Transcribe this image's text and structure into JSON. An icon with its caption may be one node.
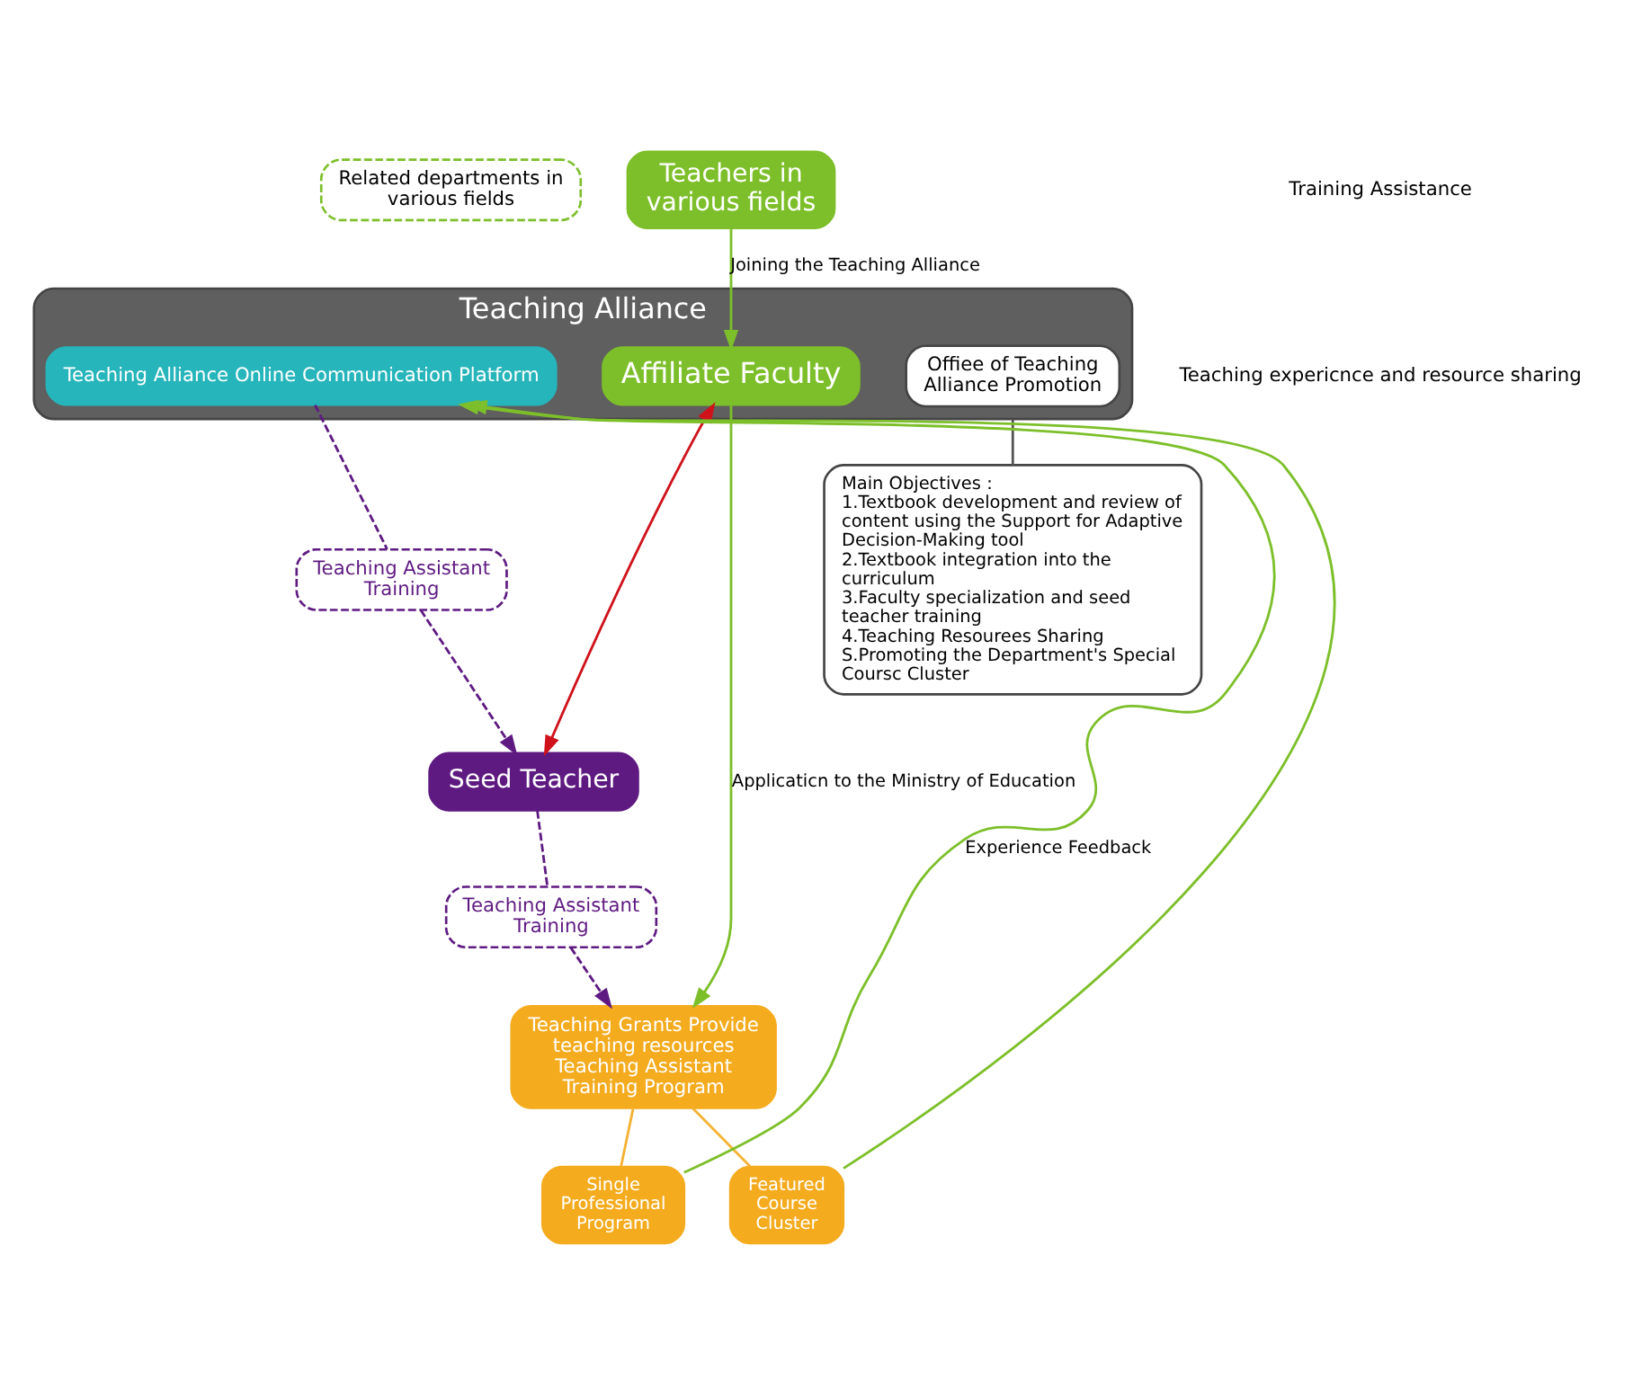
{
  "diagram": {
    "nodes": [
      {
        "text": [
          "Related departments in various fields"
        ]
      },
      {
        "text": [
          "Teachers in various fields"
        ]
      },
      {
        "text": [
          "Teaching Alliance"
        ]
      },
      {
        "text": [
          "Offiee of Teaching Alliance Promotion"
        ],
        "in": 2
      },
      {
        "text": [
          "Affiliate Faculty"
        ],
        "in": 2
      },
      {
        "text": [
          "Teaching Alliance Online Communication Platform"
        ],
        "in": 2
      },
      {
        "text": [
          "Main Objectives：",
          "1.Textbook development and review of content using the Support for Adaptive Decision-Making tool",
          "2.Textbook integration into the curriculum",
          "3.Faculty specialization and seed teacher training",
          "4.Teaching Resourees Sharing",
          "S.Promoting the Department's Special Coursc Cluster"
        ]
      },
      {
        "text": [
          "Teaching Assistant Training"
        ]
      },
      {
        "text": [
          "Seed Teacher"
        ]
      },
      {
        "text": [
          "Teaching Assistant Training"
        ]
      },
      {
        "text": [
          "Teaching Grants Provide teaching resources Teaching Assistant Training Program"
        ]
      },
      {
        "text": [
          "Single Professional Program"
        ]
      },
      {
        "text": [
          "Featured Course Cluster"
        ]
      }
    ],
    "edges": [
      {
        "from": 1,
        "to": 4,
        "arrow": "to",
        "label": "Joining the Teaching Alliance"
      },
      {
        "from": 2,
        "to": 6,
        "arrow": "none",
        "color": "#555555"
      },
      {
        "from": 4,
        "to": 10,
        "arrow": "to",
        "label": "Applicaticn to the Ministry of Education"
      },
      {
        "from": 4,
        "to": 8,
        "arrow": "both",
        "color": "#d0121b"
      },
      {
        "from": 5,
        "to": 7,
        "arrow": "none",
        "style": "dashed",
        "color": "#5f1a82"
      },
      {
        "from": 7,
        "to": 8,
        "arrow": "to",
        "style": "dashed",
        "color": "#5f1a82"
      },
      {
        "from": 8,
        "to": 9,
        "arrow": "none",
        "style": "dashed",
        "color": "#5f1a82"
      },
      {
        "from": 9,
        "to": 10,
        "arrow": "to",
        "style": "dashed",
        "color": "#5f1a82"
      },
      {
        "from": 10,
        "to": 11,
        "arrow": "none",
        "color": "#f5b234"
      },
      {
        "from": 10,
        "to": 12,
        "arrow": "none",
        "color": "#f5b234"
      },
      {
        "from": 11,
        "to": 5,
        "arrow": "to",
        "label": "Experience Feedback"
      },
      {
        "from": 12,
        "to": 5,
        "arrow": "to"
      }
    ],
    "legend": [
      {
        "text": "Training Assistance"
      },
      {
        "text": "Teaching expericnce and resource sharing"
      }
    ]
  }
}
